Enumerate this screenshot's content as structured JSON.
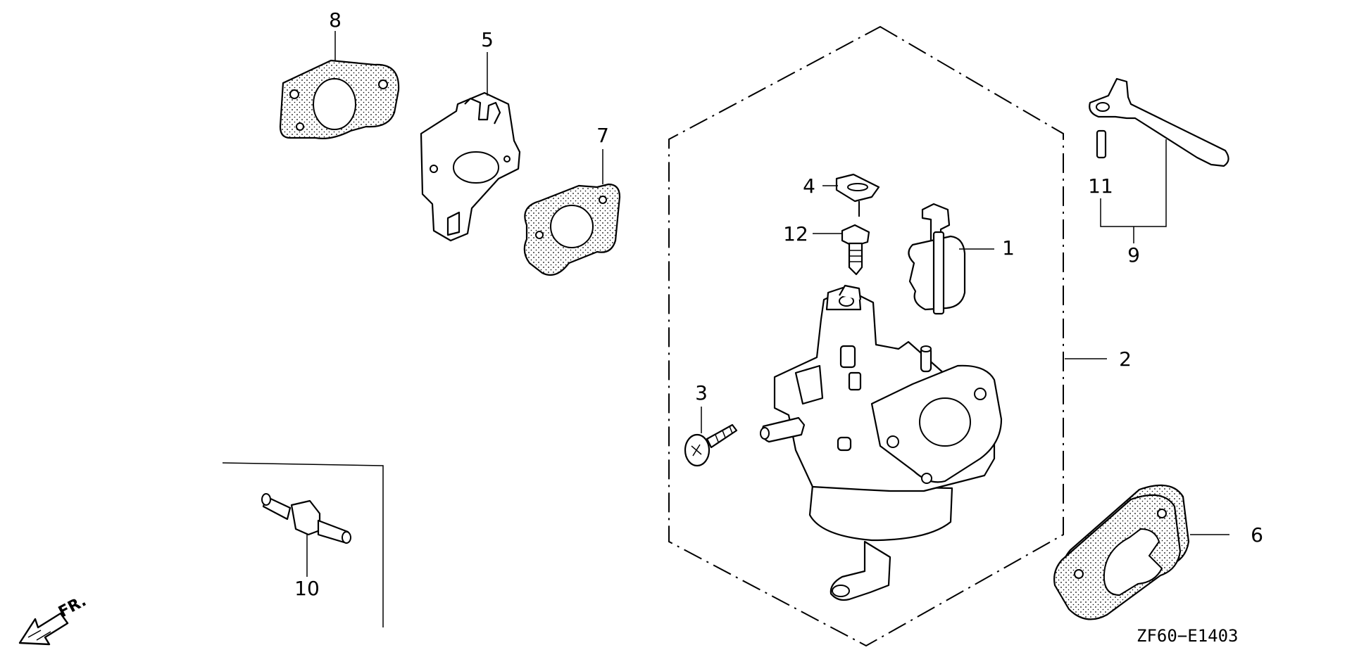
{
  "diagram_code": "ZF60−E1403",
  "front_marker": "FR.",
  "callouts": {
    "c1": "1",
    "c2": "2",
    "c3": "3",
    "c4": "4",
    "c5": "5",
    "c6": "6",
    "c7": "7",
    "c8": "8",
    "c9": "9",
    "c10": "10",
    "c11": "11",
    "c12": "12"
  },
  "parts": [
    {
      "ref": "1",
      "icon": "float-icon"
    },
    {
      "ref": "2",
      "icon": "carburetor-assembly-icon"
    },
    {
      "ref": "3",
      "icon": "drain-screw-icon"
    },
    {
      "ref": "4",
      "icon": "float-valve-icon"
    },
    {
      "ref": "5",
      "icon": "insulator-bracket-icon"
    },
    {
      "ref": "6",
      "icon": "air-cleaner-gasket-icon"
    },
    {
      "ref": "7",
      "icon": "insulator-gasket-icon"
    },
    {
      "ref": "8",
      "icon": "carburetor-gasket-icon"
    },
    {
      "ref": "9",
      "icon": "choke-lever-set-icon"
    },
    {
      "ref": "10",
      "icon": "fuel-joint-icon"
    },
    {
      "ref": "11",
      "icon": "pin-icon"
    },
    {
      "ref": "12",
      "icon": "pilot-screw-icon"
    }
  ]
}
